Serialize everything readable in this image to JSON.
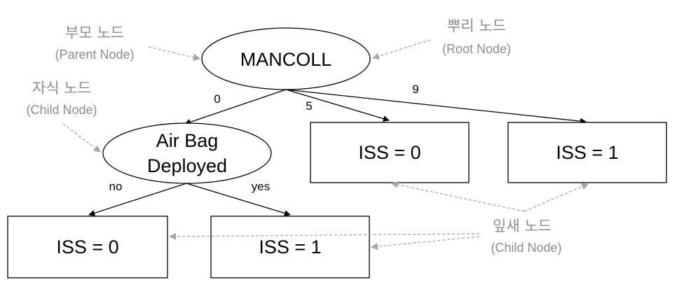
{
  "nodes": {
    "root": {
      "label": "MANCOLL"
    },
    "airbag": {
      "line1": "Air Bag",
      "line2": "Deployed"
    },
    "iss_five": {
      "label": "ISS = 0"
    },
    "iss_nine": {
      "label": "ISS = 1"
    },
    "iss_no": {
      "label": "ISS = 0"
    },
    "iss_yes": {
      "label": "ISS = 1"
    }
  },
  "edges": {
    "zero": "0",
    "five": "5",
    "nine": "9",
    "no": "no",
    "yes": "yes"
  },
  "annotations": {
    "parent": {
      "ko": "부모 노드",
      "en": "(Parent Node)"
    },
    "root": {
      "ko": "뿌리 노드",
      "en": "(Root Node)"
    },
    "child": {
      "ko": "자식 노드",
      "en": "(Child Node)"
    },
    "leaf": {
      "ko": "잎새 노드",
      "en": "(Child Node)"
    }
  },
  "colors": {
    "annotation": "#8c8c8c",
    "annotation_arrow": "#a6a6a6",
    "stroke": "#000000"
  }
}
